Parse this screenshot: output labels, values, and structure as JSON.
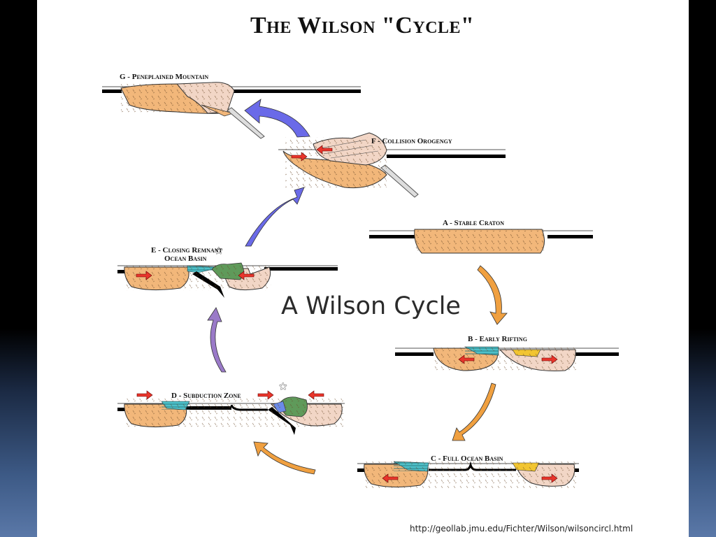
{
  "title": "The Wilson \"Cycle\"",
  "center_label": "A Wilson Cycle",
  "source_url": "http://geollab.jmu.edu/Fichter/Wilson/wilsoncircl.html",
  "stages": {
    "g": "G - Peneplained Mountain",
    "f": "F - Collision Orogengy",
    "a": "A  - Stable Craton",
    "e1": "E - Closing Remnant",
    "e2": "Ocean Basin",
    "b": "B - Early Rifting",
    "d": "D - Subduction Zone",
    "c": "C - Full Ocean Basin"
  },
  "colors": {
    "continent_orange": "#f2b77a",
    "continent_pink": "#f2d6c6",
    "ocean_teal": "#4fc1c9",
    "sediment_yellow": "#f2c531",
    "arc_green": "#5f9a5a",
    "force_arrow_red": "#e8352b",
    "cycle_blue": "#6a6ae8",
    "cycle_purple": "#9a7ac8",
    "cycle_orange": "#f0a040"
  }
}
